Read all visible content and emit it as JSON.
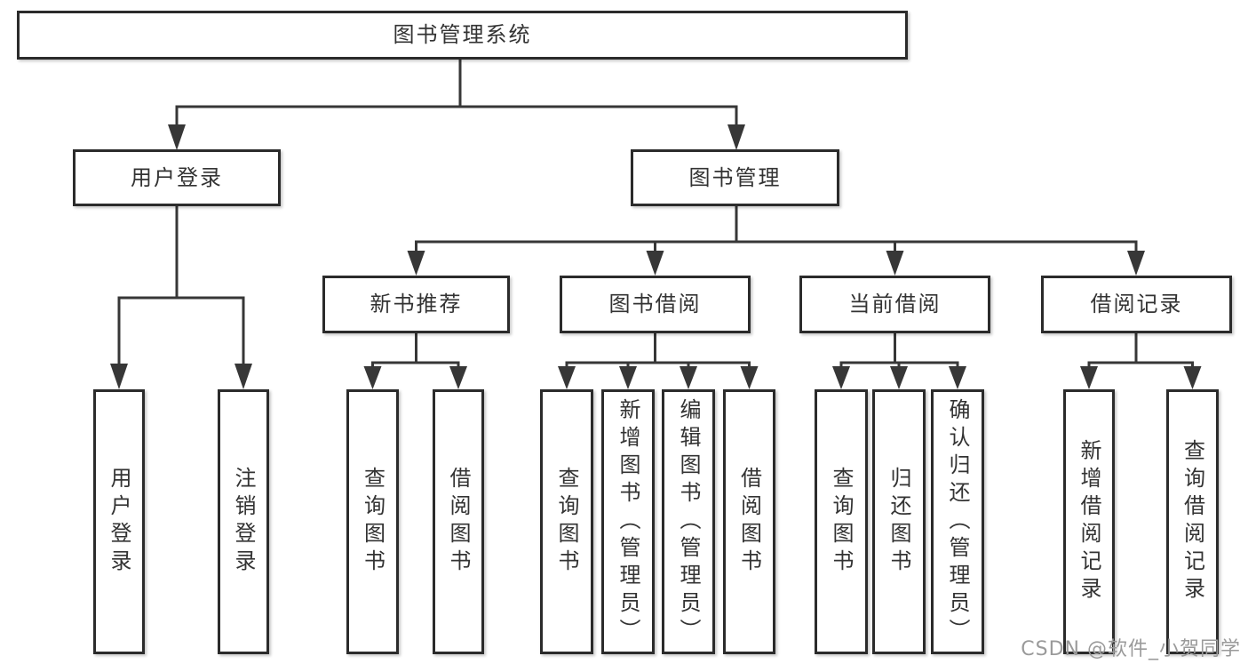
{
  "nodes": {
    "root": "图书管理系统",
    "user_login": "用户登录",
    "book_management": "图书管理",
    "new_book_rec": "新书推荐",
    "book_borrow": "图书借阅",
    "current_borrow": "当前借阅",
    "borrow_record": "借阅记录",
    "leaves_user_login": [
      "用户登录",
      "注销登录"
    ],
    "leaves_new_book_rec": [
      "查询图书",
      "借阅图书"
    ],
    "leaves_book_borrow": [
      "查询图书",
      "新增图书（管理员）",
      "编辑图书（管理员）",
      "借阅图书"
    ],
    "leaves_current_borrow": [
      "查询图书",
      "归还图书",
      "确认归还（管理员）"
    ],
    "leaves_borrow_record": [
      "新增借阅记录",
      "查询借阅记录"
    ]
  },
  "watermark": "CSDN @软件_小贺同学",
  "colors": {
    "line": "#373737",
    "box_border": "#2b2b2b",
    "box_fill": "#ffffff",
    "text": "#333333",
    "watermark": "#9a9a9a"
  }
}
